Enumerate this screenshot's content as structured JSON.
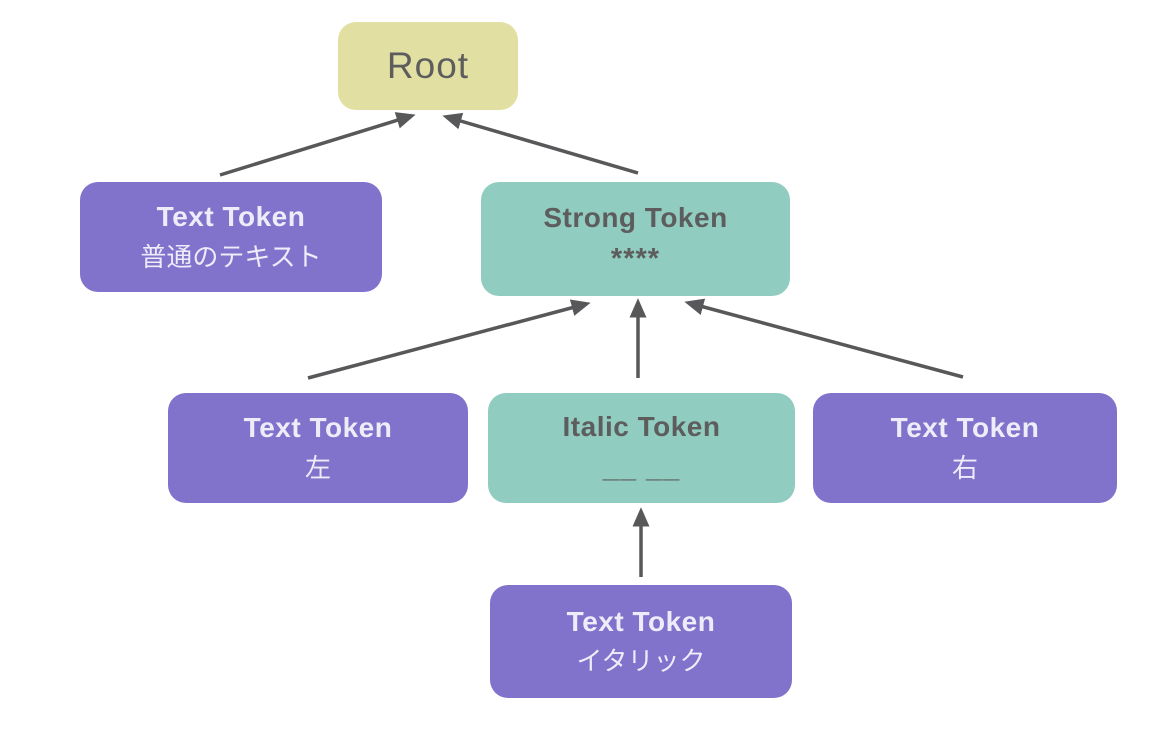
{
  "colors": {
    "root_fill": "#e2dfa3",
    "text_token_fill": "#8172cc",
    "format_token_fill": "#91ccc0",
    "arrow_color": "#58585a",
    "dark_text": "#5d5d5d",
    "light_text": "#edecf9"
  },
  "nodes": {
    "root": {
      "title": "Root"
    },
    "text_normal": {
      "title": "Text Token",
      "subtitle": "普通のテキスト"
    },
    "strong": {
      "title": "Strong Token",
      "subtitle": "****"
    },
    "text_left": {
      "title": "Text Token",
      "subtitle": "左"
    },
    "italic": {
      "title": "Italic Token",
      "subtitle": "__ __"
    },
    "text_right": {
      "title": "Text Token",
      "subtitle": "右"
    },
    "text_italic": {
      "title": "Text Token",
      "subtitle": "イタリック"
    }
  },
  "edges": [
    {
      "from": "text_normal",
      "to": "root"
    },
    {
      "from": "strong",
      "to": "root"
    },
    {
      "from": "text_left",
      "to": "strong"
    },
    {
      "from": "italic",
      "to": "strong"
    },
    {
      "from": "text_right",
      "to": "strong"
    },
    {
      "from": "text_italic",
      "to": "italic"
    }
  ]
}
